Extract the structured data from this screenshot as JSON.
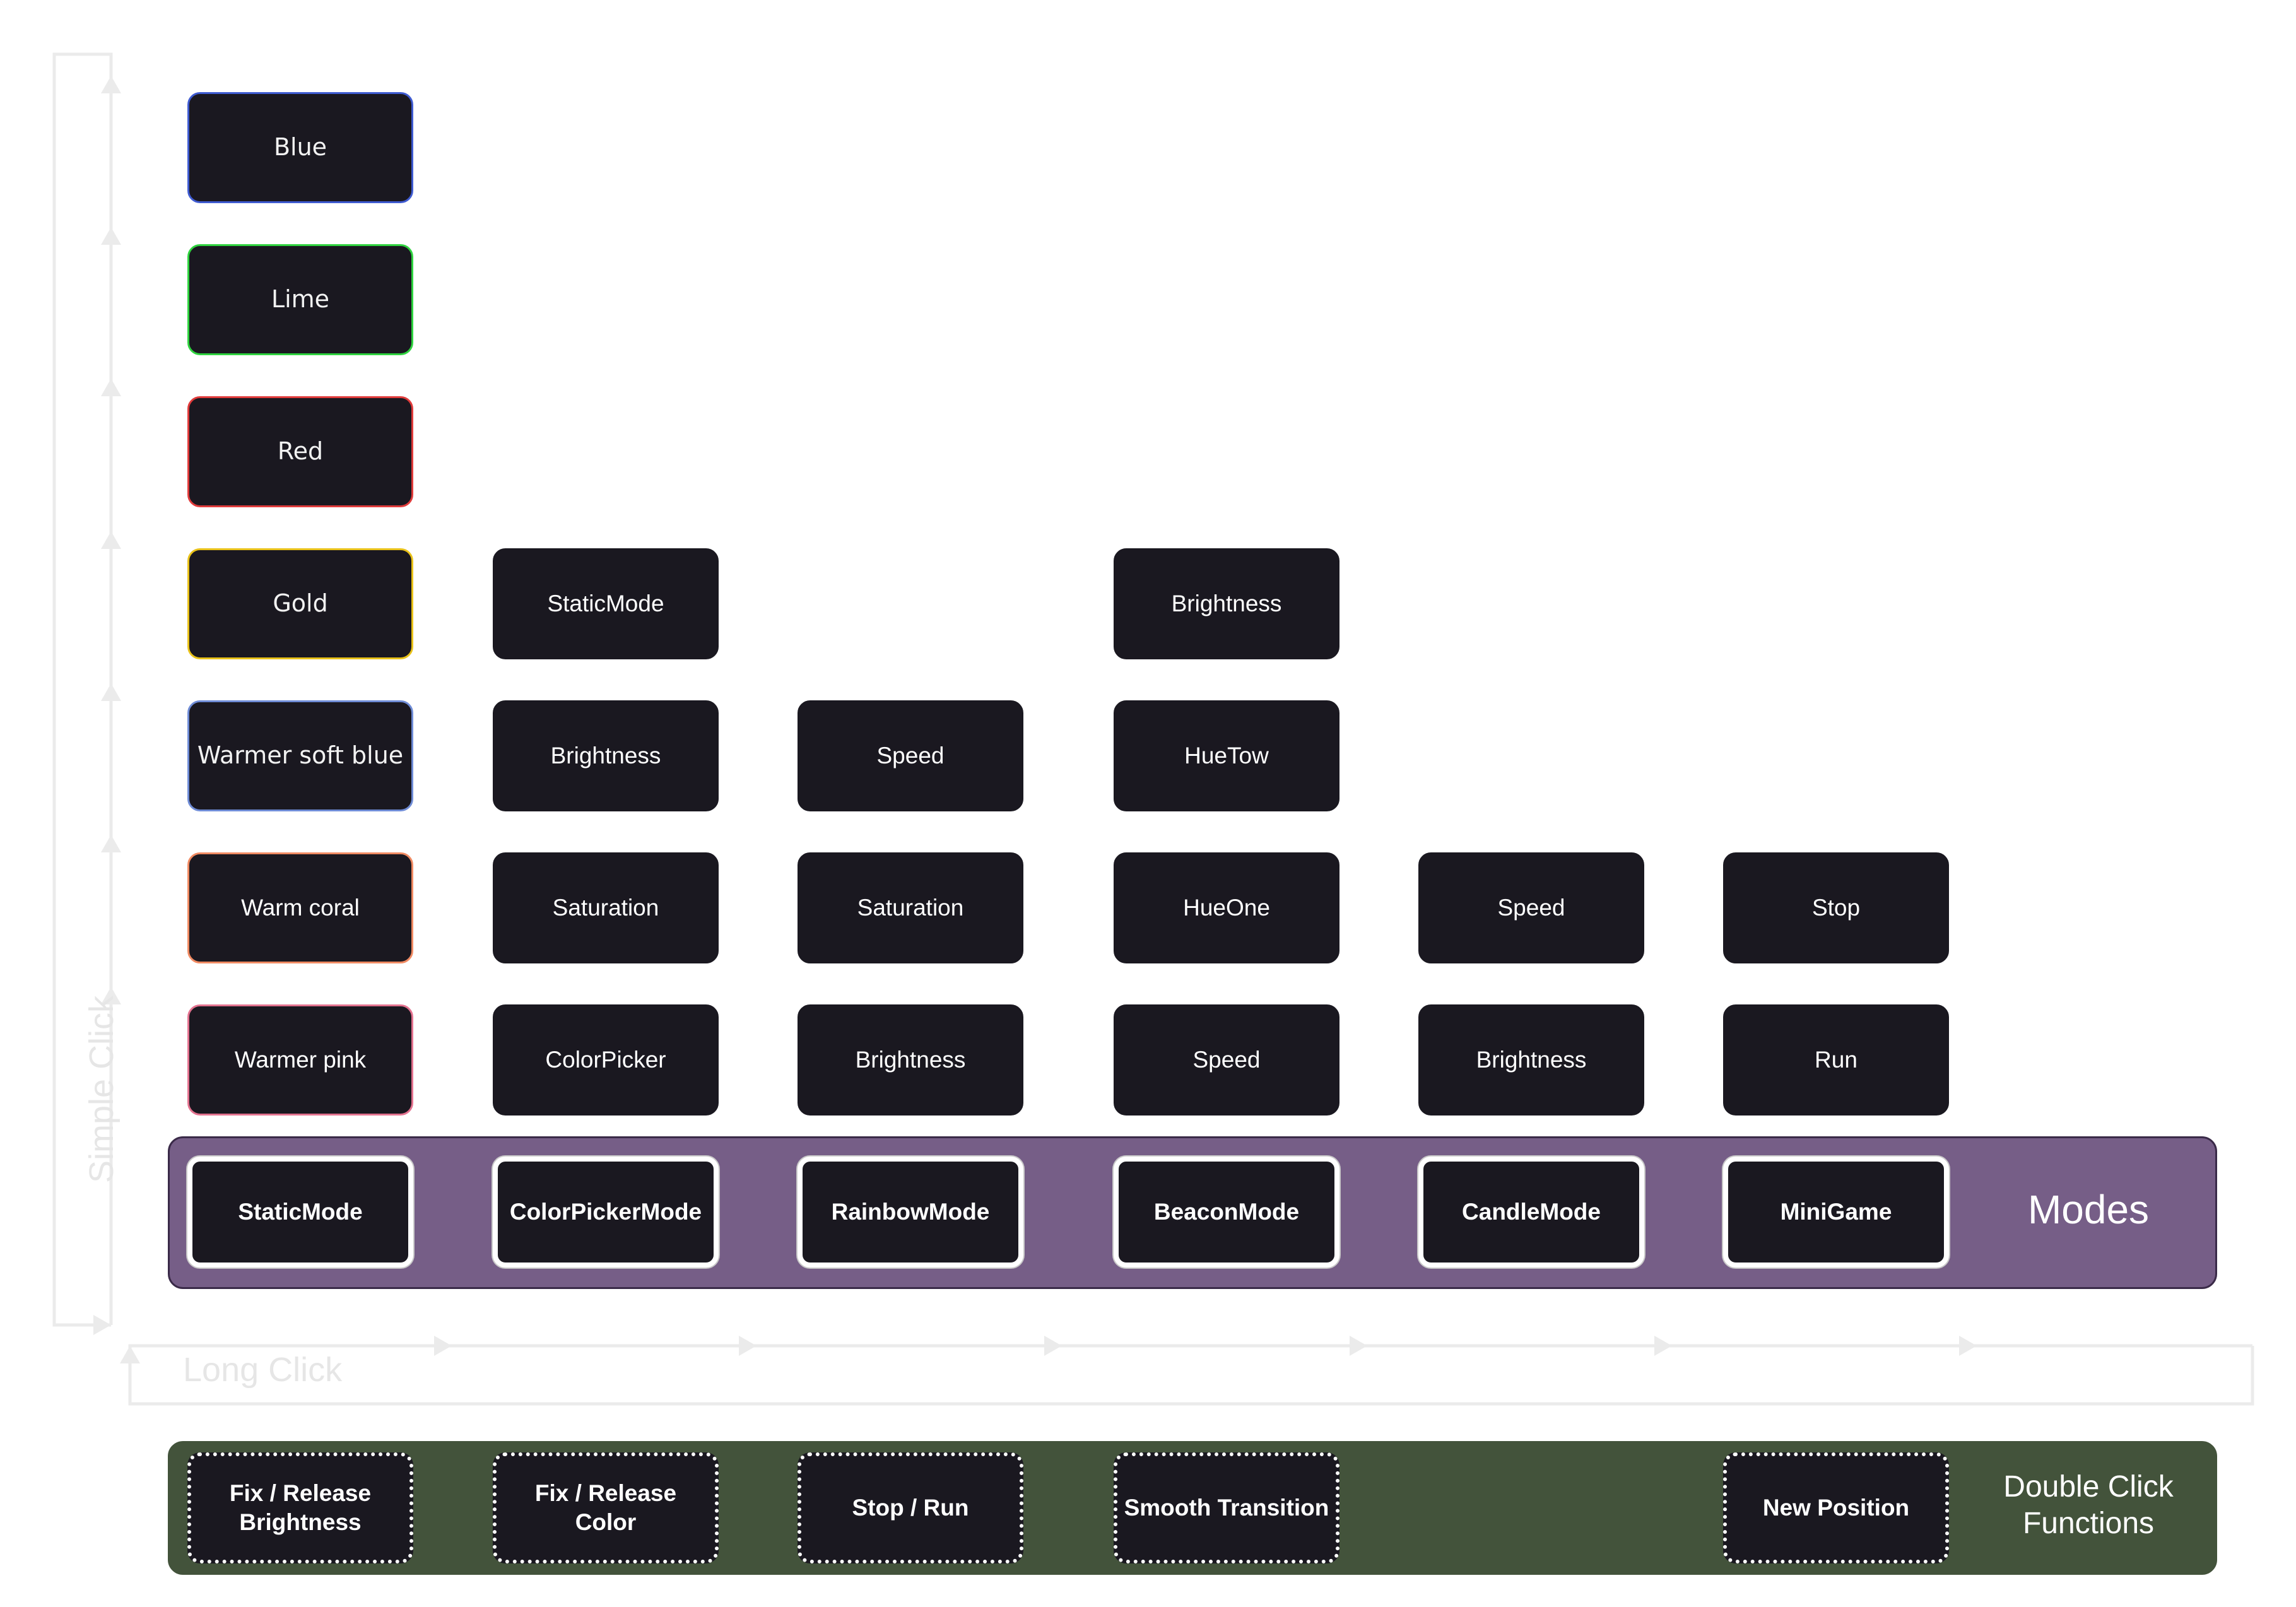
{
  "axes": {
    "simple_click": "Simple Click",
    "long_click": "Long Click"
  },
  "colors": {
    "box_fill": "#1a1820",
    "modes_band": "#765e87",
    "double_band": "#43533b",
    "arrow": "#ebebeb"
  },
  "color_column": [
    {
      "label": "Blue",
      "border": "#3f5bd1"
    },
    {
      "label": "Lime",
      "border": "#2fd33f"
    },
    {
      "label": "Red",
      "border": "#e03b3b"
    },
    {
      "label": "Gold",
      "border": "#e9c21a"
    },
    {
      "label": "Warmer soft blue",
      "border": "#6f8cd6"
    },
    {
      "label": "Warm coral",
      "border": "#f08a62"
    },
    {
      "label": "Warmer pink",
      "border": "#e3728f"
    }
  ],
  "columns": [
    {
      "mode": "ColorPickerMode",
      "items": [
        "StaticMode",
        "Brightness",
        "Saturation",
        "ColorPicker"
      ]
    },
    {
      "mode": "RainbowMode",
      "items": [
        "Speed",
        "Saturation",
        "Brightness"
      ]
    },
    {
      "mode": "BeaconMode",
      "items": [
        "Brightness",
        "HueTow",
        "HueOne",
        "Speed"
      ]
    },
    {
      "mode": "CandleMode",
      "items": [
        "Speed",
        "Brightness"
      ]
    },
    {
      "mode": "MiniGame",
      "items": [
        "Stop",
        "Run"
      ]
    }
  ],
  "modes": {
    "title": "Modes",
    "items": [
      "StaticMode",
      "ColorPickerMode",
      "RainbowMode",
      "BeaconMode",
      "CandleMode",
      "MiniGame"
    ]
  },
  "double_click": {
    "title": "Double Click Functions",
    "items": [
      "Fix / Release Brightness",
      "Fix / Release Color",
      "Stop / Run",
      "Smooth Transition",
      "New Position"
    ]
  }
}
